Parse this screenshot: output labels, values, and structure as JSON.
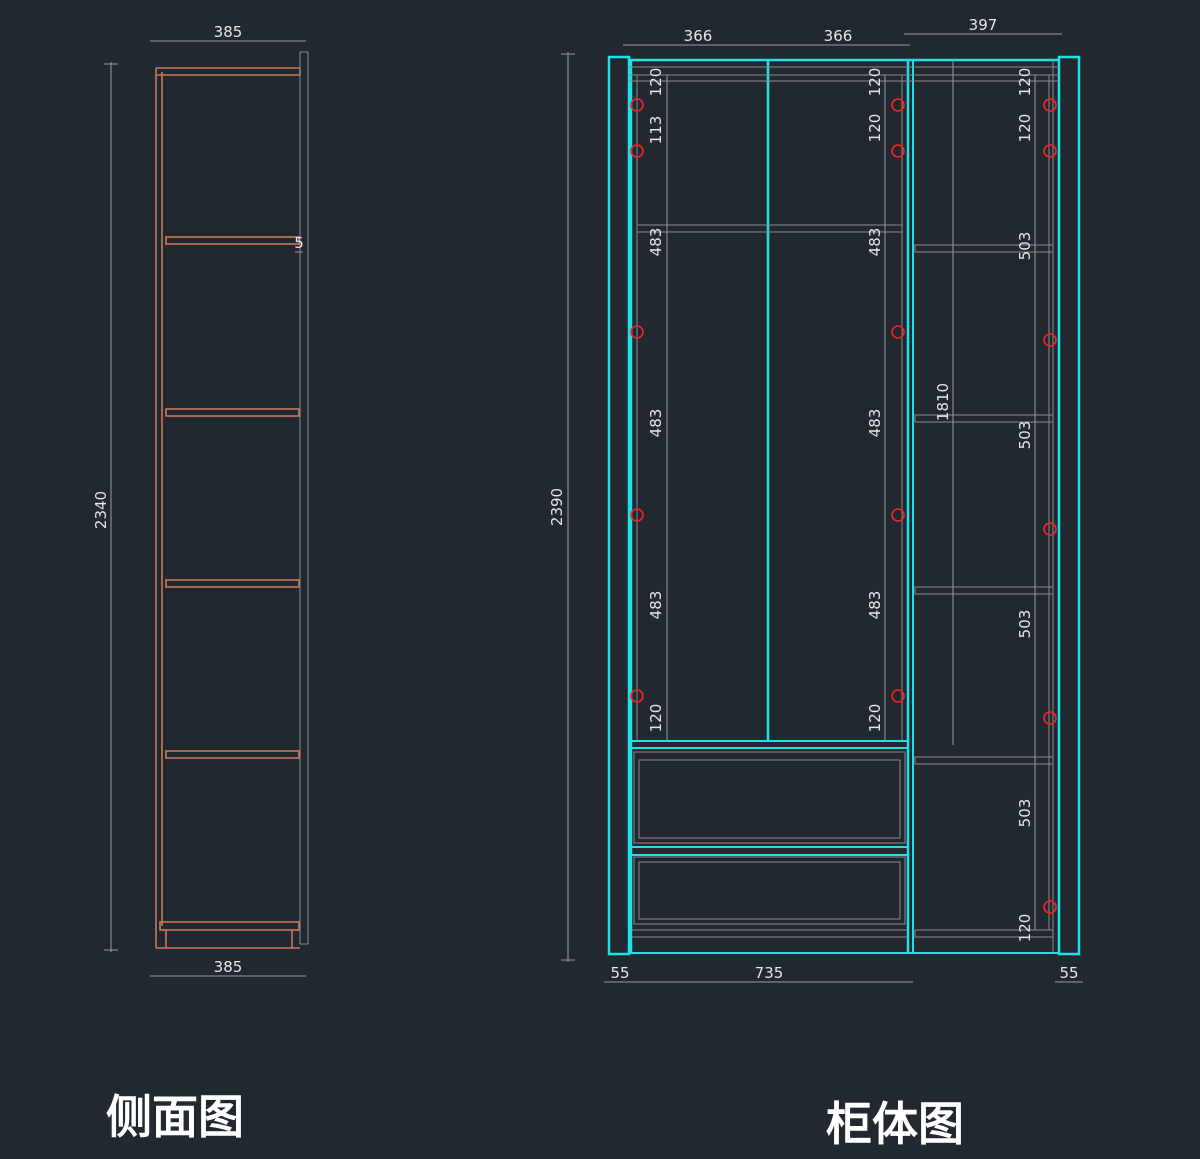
{
  "side_view": {
    "title": "侧面图",
    "dims": {
      "top_width": "385",
      "bottom_width": "385",
      "height": "2340",
      "offset": "5"
    }
  },
  "cabinet_view": {
    "title": "柜体图",
    "dims": {
      "top_left": "366",
      "top_mid": "366",
      "top_right": "397",
      "height": "2390",
      "bottom_left": "55",
      "bottom_mid": "735",
      "bottom_right": "55",
      "rod_height": "1810",
      "left_col": [
        "120",
        "113",
        "483",
        "483",
        "483",
        "120"
      ],
      "mid_col": [
        "120",
        "120",
        "483",
        "483",
        "483",
        "120"
      ],
      "right_col": [
        "120",
        "120",
        "503",
        "503",
        "503",
        "503",
        "120"
      ]
    }
  },
  "colors": {
    "background": "#212830",
    "panel": "#1fe0e6",
    "wood": "#c9785a",
    "hole": "#ff2020",
    "dimension": "#9a9a9a"
  }
}
